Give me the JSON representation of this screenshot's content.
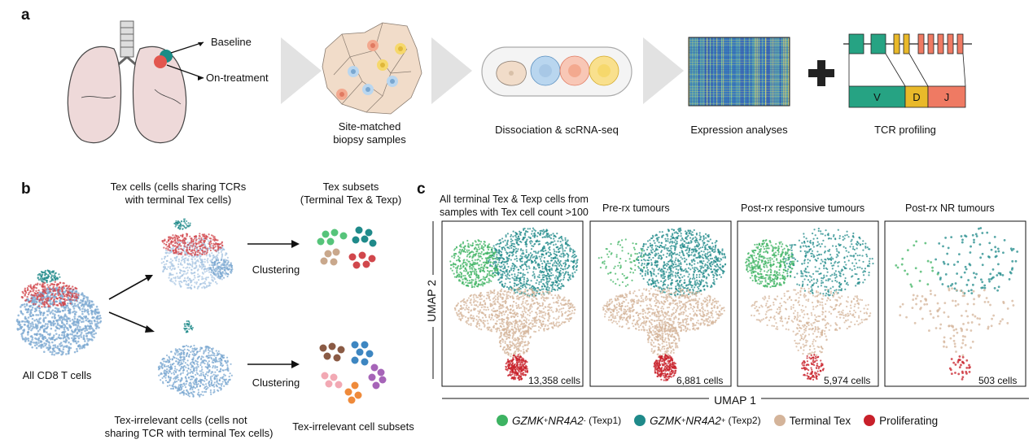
{
  "panel_a": {
    "letter": "a",
    "baseline": "Baseline",
    "on_treatment": "On-treatment",
    "step1_line1": "Site-matched",
    "step1_line2": "biopsy samples",
    "step2": "Dissociation & scRNA-seq",
    "step3": "Expression analyses",
    "step4": "TCR profiling",
    "segments": [
      "V",
      "D",
      "J"
    ]
  },
  "panel_b": {
    "letter": "b",
    "all_cd8": "All CD8 T cells",
    "tex_line1": "Tex cells (cells sharing TCRs",
    "tex_line2": "with terminal Tex cells)",
    "irr_line1": "Tex-irrelevant cells (cells not",
    "irr_line2": "sharing TCR with terminal Tex cells)",
    "subsets_line1": "Tex subsets",
    "subsets_line2": "(Terminal Tex & Texp)",
    "clustering1": "Clustering",
    "clustering2": "Clustering",
    "irr_subsets": "Tex-irrelevant cell subsets"
  },
  "panel_c": {
    "letter": "c",
    "xlabel": "UMAP 1",
    "ylabel": "UMAP 2",
    "panels": [
      {
        "title_line1": "All terminal Tex & Texp cells from",
        "title_line2": "samples with Tex cell count >100",
        "count": "13,358 cells"
      },
      {
        "title_line1": "Pre-rx tumours",
        "title_line2": "",
        "count": "6,881 cells"
      },
      {
        "title_line1": "Post-rx responsive tumours",
        "title_line2": "",
        "count": "5,974 cells"
      },
      {
        "title_line1": "Post-rx NR tumours",
        "title_line2": "",
        "count": "503 cells"
      }
    ],
    "legend": {
      "texp1_gene1": "GZMK",
      "texp1_sup1": "+",
      "texp1_gene2": " NR4A2",
      "texp1_sup2": "-",
      "texp1_suffix": " (Texp1)",
      "texp2_gene1": "GZMK",
      "texp2_sup1": "+",
      "texp2_gene2": " NR4A2",
      "texp2_sup2": "+",
      "texp2_suffix": " (Texp2)",
      "terminal": "Terminal Tex",
      "prolif": "Proliferating"
    }
  },
  "colors": {
    "texp1": "#3db362",
    "texp2": "#1f8a8a",
    "terminal": "#d4b49a",
    "prolif": "#c8202a",
    "cd8_blue": "#7aa7d0",
    "red_cluster": "#d1474c",
    "arrow_grey": "#e0e0e0",
    "tcr_v": "#26a383",
    "tcr_d": "#e9b92a",
    "tcr_j": "#ef7a63"
  }
}
